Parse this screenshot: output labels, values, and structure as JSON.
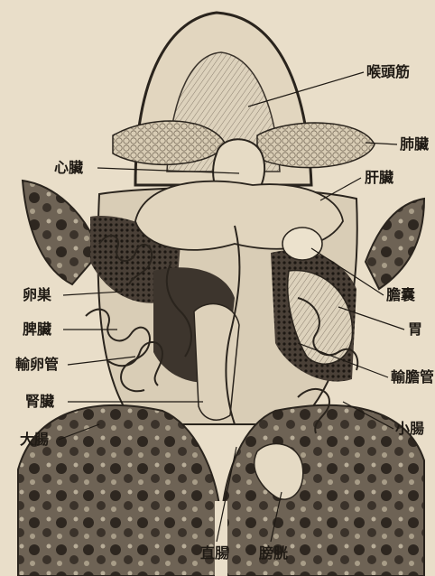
{
  "figure": {
    "labels": {
      "throat_muscle": "喉頭筋",
      "lungs": "肺臟",
      "heart": "心臟",
      "liver": "肝臟",
      "ovary": "卵巣",
      "gallbladder": "膽囊",
      "spleen": "脾臟",
      "stomach": "胃",
      "oviduct": "輸卵管",
      "bile_duct": "輸膽管",
      "kidney": "腎臟",
      "small_intestine": "小腸",
      "large_intestine": "大腸",
      "rectum": "直腸",
      "bladder": "膀胱"
    },
    "colors": {
      "paper": "#e9dec9",
      "ink": "#1f1a14",
      "dark_hatch": "#3a332b",
      "mid_tone": "#8c8070"
    }
  }
}
